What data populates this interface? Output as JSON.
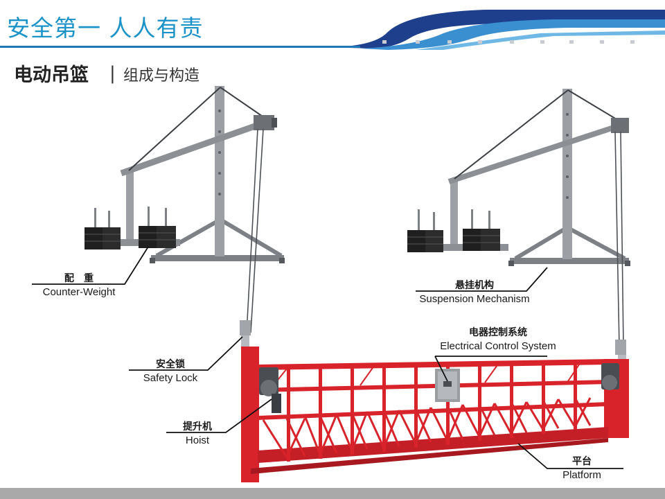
{
  "banner": {
    "title": "安全第一  人人有责",
    "accent_color": "#1e77b7",
    "title_color": "#1b93c9"
  },
  "section": {
    "title": "电动吊篮",
    "separator": "|",
    "subtitle": "组成与构造"
  },
  "callouts": {
    "counterweight": {
      "cn": "配　重",
      "en": "Counter-Weight"
    },
    "suspension": {
      "cn": "悬挂机构",
      "en": "Suspension Mechanism"
    },
    "electrical": {
      "cn": "电器控制系统",
      "en": "Electrical Control System"
    },
    "safety_lock": {
      "cn": "安全锁",
      "en": "Safety Lock"
    },
    "hoist": {
      "cn": "提升机",
      "en": "Hoist"
    },
    "platform": {
      "cn": "平台",
      "en": "Platform"
    }
  },
  "colors": {
    "platform_red": "#d9232b",
    "frame_grey": "#8c9094",
    "weight_black": "#222222",
    "footer_grey": "#a9a9a9"
  }
}
